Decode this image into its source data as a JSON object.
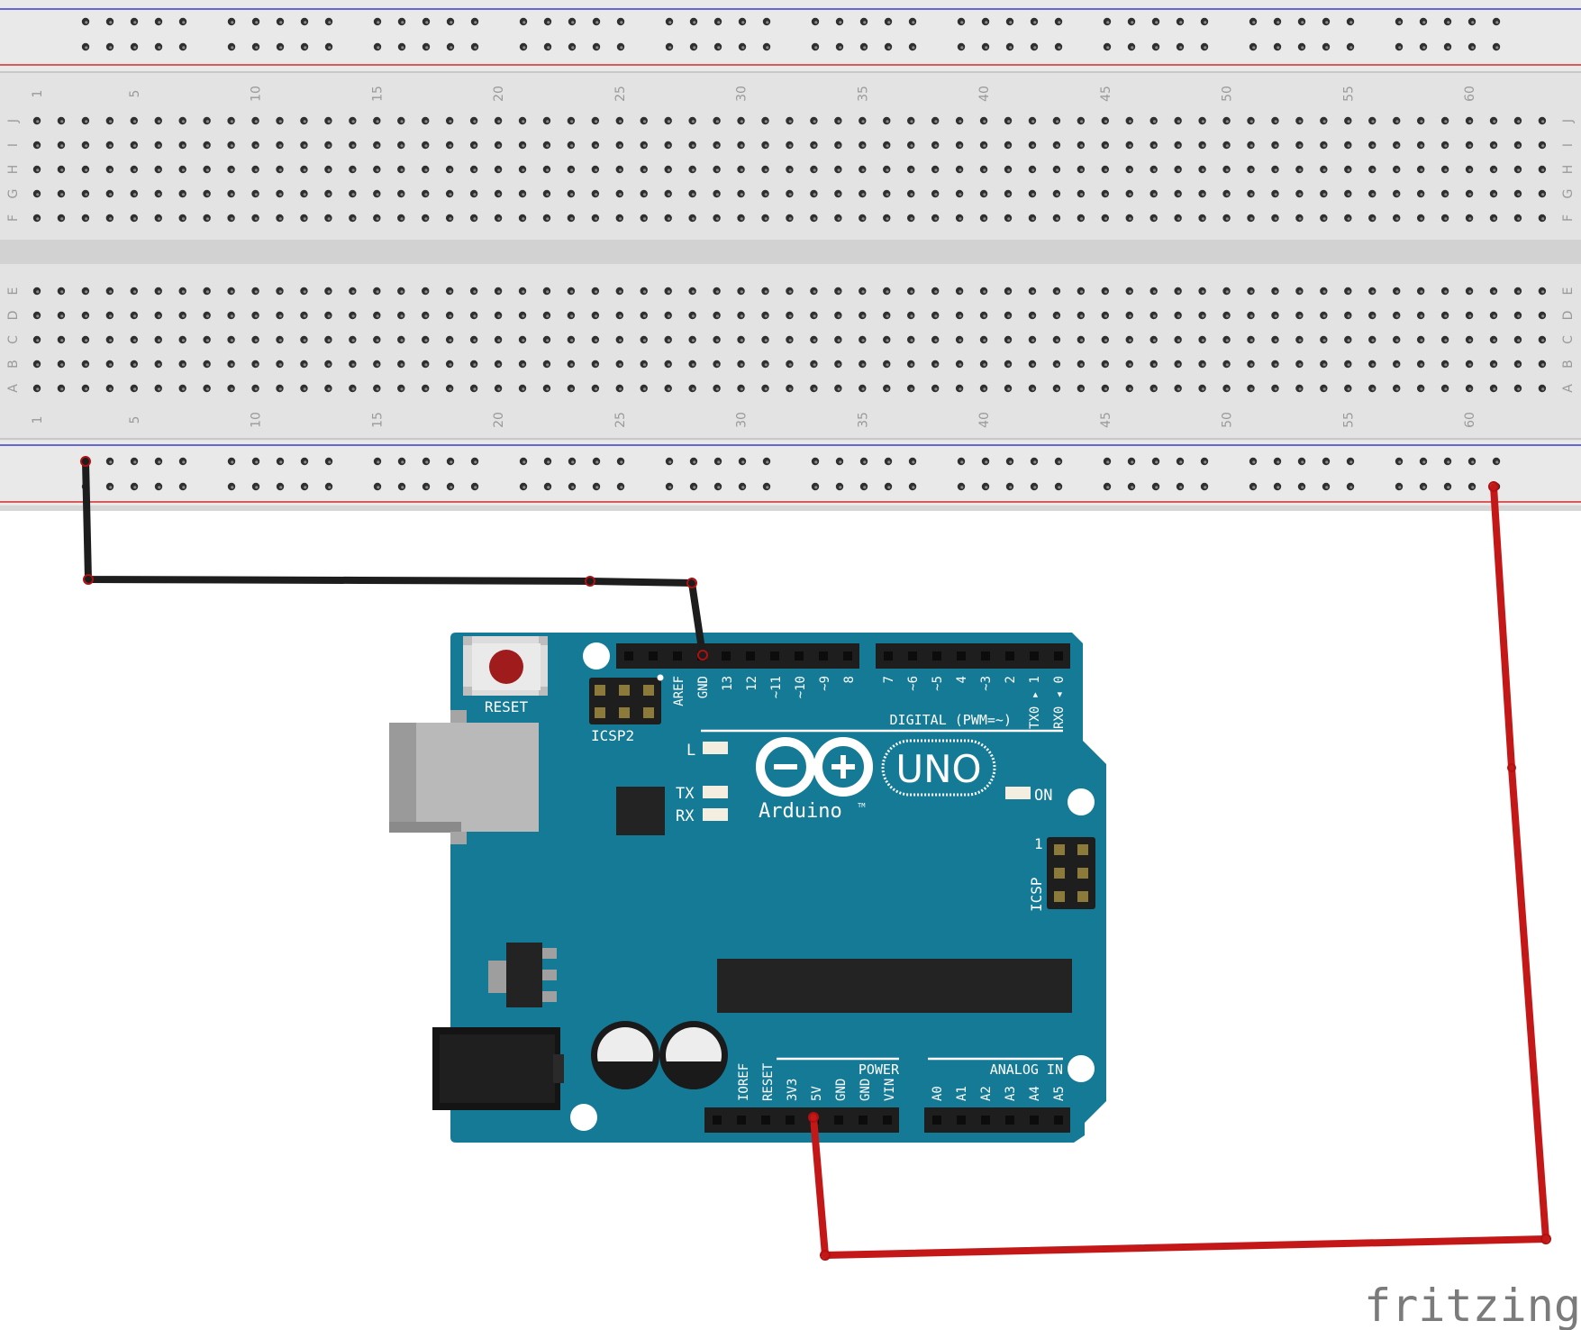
{
  "breadboard": {
    "column_numbers": [
      "1",
      "5",
      "10",
      "15",
      "20",
      "25",
      "30",
      "35",
      "40",
      "45",
      "50",
      "55",
      "60"
    ],
    "top_row_letters": [
      "J",
      "I",
      "H",
      "G",
      "F"
    ],
    "bottom_row_letters": [
      "E",
      "D",
      "C",
      "B",
      "A"
    ]
  },
  "arduino": {
    "reset_label": "RESET",
    "icsp2_label": "ICSP2",
    "icsp_label": "ICSP",
    "icsp_pin1": "1",
    "digital_header_labels": [
      "AREF",
      "GND",
      "13",
      "12",
      "~11",
      "~10",
      "~9",
      "8"
    ],
    "digital_header_labels_2": [
      "7",
      "~6",
      "~5",
      "4",
      "~3",
      "2",
      "TX0 ▸ 1",
      "RX0 ◂ 0"
    ],
    "digital_caption": "DIGITAL (PWM=~)",
    "led_l": "L",
    "led_tx": "TX",
    "led_rx": "RX",
    "led_on": "ON",
    "brand": "Arduino",
    "trademark": "TM",
    "model": "UNO",
    "power_caption": "POWER",
    "power_pins": [
      "IOREF",
      "RESET",
      "3V3",
      "5V",
      "GND",
      "GND",
      "VIN"
    ],
    "analog_caption": "ANALOG IN",
    "analog_pins": [
      "A0",
      "A1",
      "A2",
      "A3",
      "A4",
      "A5"
    ]
  },
  "watermark": "fritzing",
  "colors": {
    "board": "#147a96",
    "breadboard": "#e3e3e3",
    "rail_red": "#d22a2a",
    "rail_blue": "#3a3ad0",
    "wire_black": "#1d1d1d",
    "wire_red": "#c41818"
  }
}
